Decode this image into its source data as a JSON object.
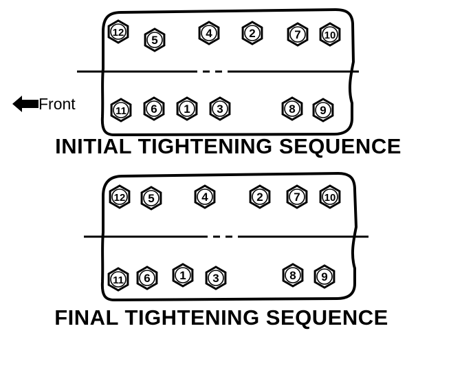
{
  "direction_label": "Front",
  "diagrams": [
    {
      "caption": "INITIAL TIGHTENING SEQUENCE",
      "top_row": [
        "12",
        "5",
        "4",
        "2",
        "7",
        "10"
      ],
      "bottom_row": [
        "11",
        "6",
        "1",
        "3",
        "8",
        "9"
      ]
    },
    {
      "caption": "FINAL TIGHTENING SEQUENCE",
      "top_row": [
        "12",
        "5",
        "4",
        "2",
        "7",
        "10"
      ],
      "bottom_row": [
        "11",
        "6",
        "1",
        "3",
        "8",
        "9"
      ]
    }
  ],
  "colors": {
    "ink": "#000000",
    "background": "#ffffff"
  },
  "icons": {
    "front_arrow": "left-arrow-icon",
    "bolt": "hexagon-bolt-icon"
  }
}
